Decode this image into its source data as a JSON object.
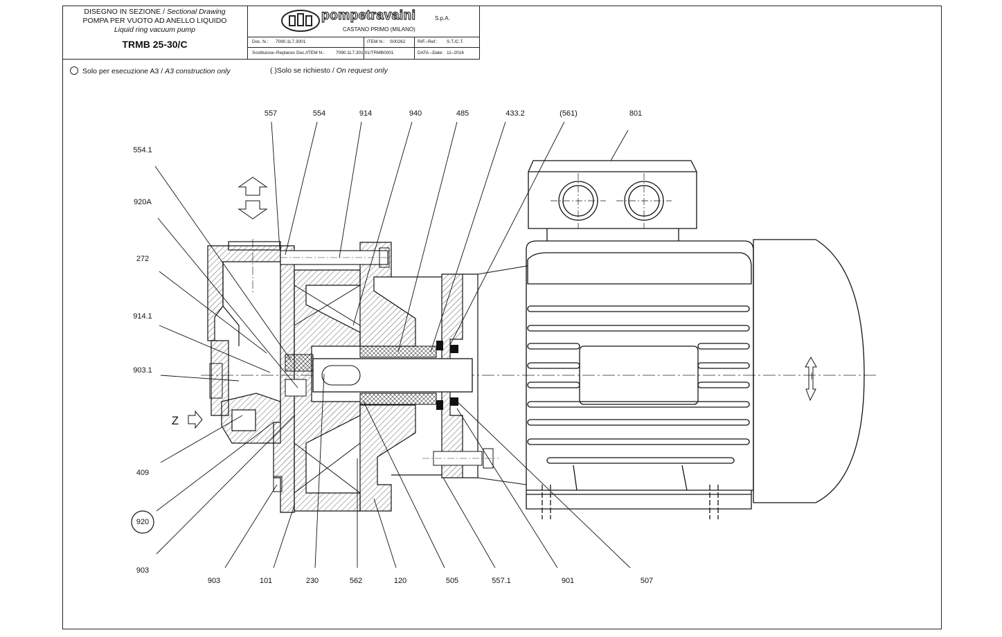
{
  "title_block": {
    "line1_a": "DISEGNO IN SEZIONE / ",
    "line1_b": "Sectional Drawing",
    "line2": "POMPA PER VUOTO AD ANELLO LIQUIDO",
    "line3": "Liquid ring vacuum pump",
    "model": "TRMB 25-30/C",
    "brand": "pompetravaini",
    "brand_suffix": "S.p.A.",
    "city": "CASTANO PRIMO  (MILANO)",
    "doc_label": "Doc. N.:",
    "doc_value": "7090.1L7.3001",
    "item_label": "ITEM N.:",
    "item_value": "S00262",
    "ref_label": "RIF.–Ref.:",
    "ref_value": "S.T./C.T.",
    "replaces_label": "Sostituisce–Replaces Doc./ITEM N.:",
    "replaces_value": "7090.1L7.301.01/TRMB0001",
    "date_label": "DATA –Date:",
    "date_value": "11–2016"
  },
  "legend": {
    "a3_it": "Solo per esecuzione A3 / ",
    "a3_en": "A3 construction only",
    "req_it": "( )Solo se richiesto / ",
    "req_en": "On request only"
  },
  "view_label": "Z",
  "part_labels": {
    "top": [
      "557",
      "554",
      "914",
      "940",
      "485",
      "433.2",
      "(561)",
      "801"
    ],
    "left": [
      "554.1",
      "920A",
      "272",
      "914.1",
      "903.1",
      "409",
      "920",
      "903"
    ],
    "bottom": [
      "903",
      "101",
      "230",
      "562",
      "120",
      "505",
      "557.1",
      "901",
      "507"
    ]
  }
}
